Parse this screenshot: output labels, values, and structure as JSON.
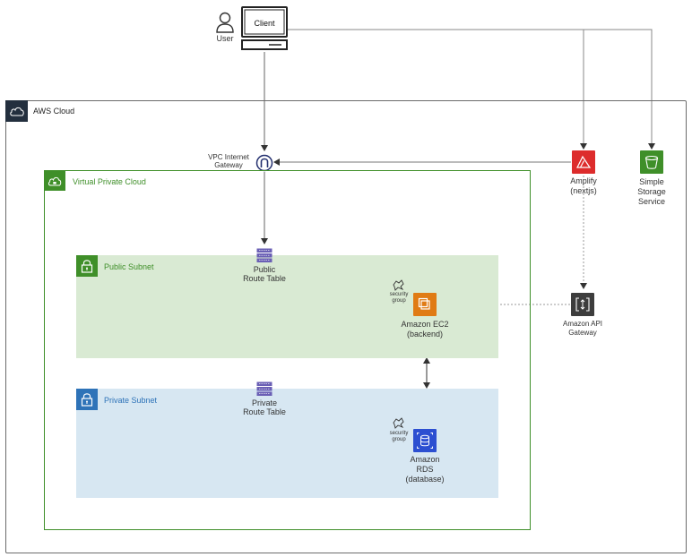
{
  "user": {
    "label": "User"
  },
  "client": {
    "label": "Client"
  },
  "aws_cloud": {
    "label": "AWS Cloud"
  },
  "internet_gateway": {
    "line1": "VPC Internet",
    "line2": "Gateway"
  },
  "vpc": {
    "label": "Virtual Private Cloud",
    "color": "#3f8f29"
  },
  "public_subnet": {
    "label": "Public Subnet",
    "color": "#3f8f29",
    "bg": "#d9ead3"
  },
  "private_subnet": {
    "label": "Private Subnet",
    "color": "#2e73b8",
    "bg": "#d7e7f2"
  },
  "public_route_table": {
    "line1": "Public",
    "line2": "Route Table"
  },
  "private_route_table": {
    "line1": "Private",
    "line2": "Route Table"
  },
  "ec2": {
    "line1": "Amazon EC2",
    "line2": "(backend)",
    "sg_line1": "security",
    "sg_line2": "group",
    "color": "#e07b14"
  },
  "rds": {
    "line1": "Amazon",
    "line2": "RDS",
    "line3": "(database)",
    "sg_line1": "security",
    "sg_line2": "group",
    "color": "#2c4fd1"
  },
  "amplify": {
    "line1": "Amplify",
    "line2": "(nextjs)",
    "color": "#dd2c2c"
  },
  "s3": {
    "line1": "Simple",
    "line2": "Storage",
    "line3": "Service",
    "color": "#3f8f29"
  },
  "api_gateway": {
    "line1": "Amazon API",
    "line2": "Gateway",
    "color": "#3d3d3d"
  }
}
